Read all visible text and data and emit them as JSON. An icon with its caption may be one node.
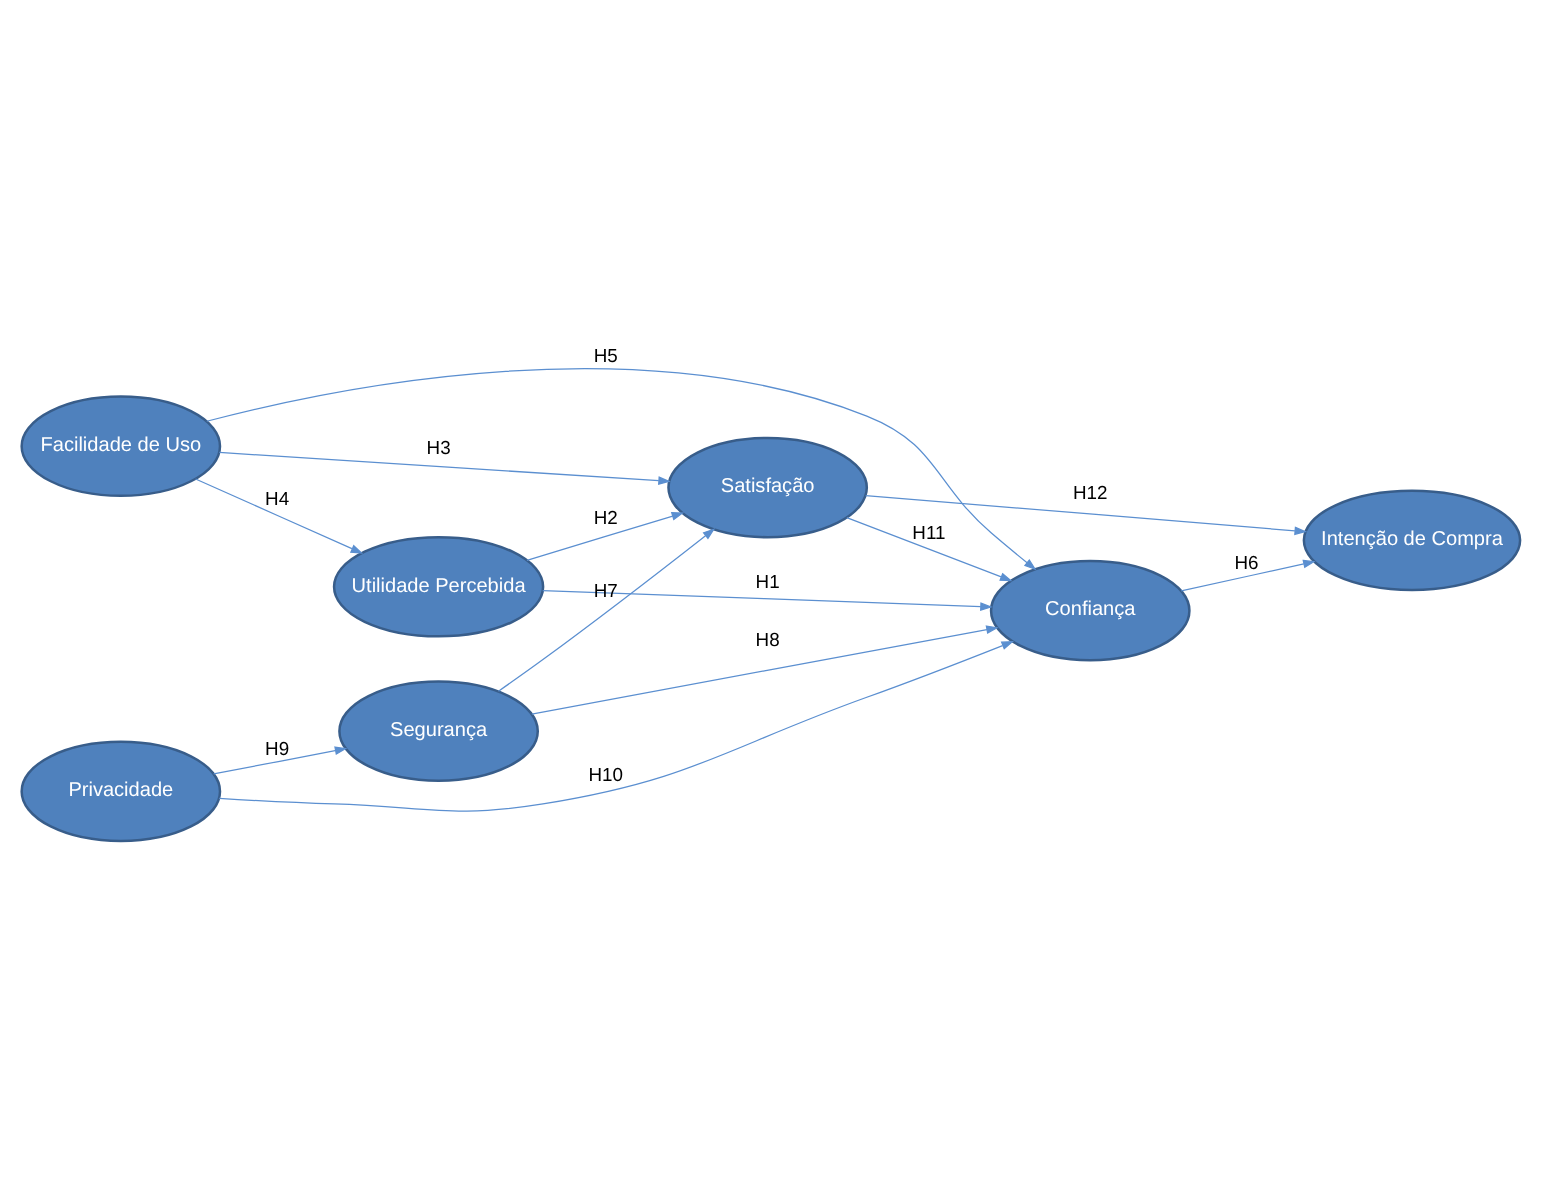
{
  "diagram": {
    "nodes": [
      {
        "text": [
          "Facilidade de Uso"
        ]
      },
      {
        "text": [
          "Utilidade Percebida"
        ]
      },
      {
        "text": [
          "Segurança"
        ]
      },
      {
        "text": [
          "Privacidade"
        ]
      },
      {
        "text": [
          "Satisfação"
        ]
      },
      {
        "text": [
          "Confiança"
        ]
      },
      {
        "text": [
          "Intenção de Compra"
        ]
      }
    ],
    "edges": [
      {
        "from": 0,
        "to": 4,
        "arrow": "to",
        "label": "H3"
      },
      {
        "from": 0,
        "to": 5,
        "arrow": "to",
        "label": "H5"
      },
      {
        "from": 0,
        "to": 1,
        "arrow": "to",
        "label": "H4"
      },
      {
        "from": 1,
        "to": 4,
        "arrow": "to",
        "label": "H2"
      },
      {
        "from": 1,
        "to": 5,
        "arrow": "to",
        "label": "H1"
      },
      {
        "from": 2,
        "to": 4,
        "arrow": "to",
        "label": "H7"
      },
      {
        "from": 2,
        "to": 5,
        "arrow": "to",
        "label": "H8"
      },
      {
        "from": 3,
        "to": 2,
        "arrow": "to",
        "label": "H9"
      },
      {
        "from": 3,
        "to": 5,
        "arrow": "to",
        "label": "H10"
      },
      {
        "from": 4,
        "to": 5,
        "arrow": "to",
        "label": "H11"
      },
      {
        "from": 4,
        "to": 6,
        "arrow": "to",
        "label": "H12"
      },
      {
        "from": 5,
        "to": 6,
        "arrow": "to",
        "label": "H6"
      }
    ]
  }
}
